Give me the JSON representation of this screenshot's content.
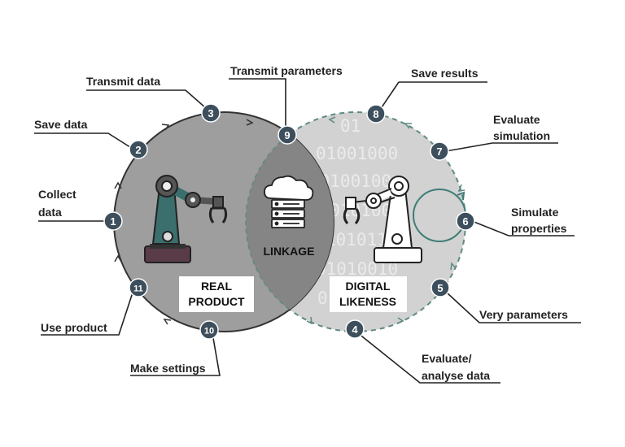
{
  "diagram": {
    "real_box": {
      "line1": "REAL",
      "line2": "PRODUCT"
    },
    "digital_box": {
      "line1": "DIGITAL",
      "line2": "LIKENESS"
    },
    "linkage": "LINKAGE",
    "binary_lines": [
      "01",
      "01001000",
      "10100100",
      "01010100",
      "10101100",
      "01010010",
      "010110"
    ],
    "colors": {
      "real_circle": "#9e9e9e",
      "digital_circle": "#d2d2d2",
      "overlap": "#858585",
      "badge": "#3d4f5c",
      "robot_teal": "#3a6f6e",
      "robot_dark": "#333333"
    },
    "steps": [
      {
        "num": "1",
        "label_lines": [
          "Collect",
          "data"
        ]
      },
      {
        "num": "2",
        "label_lines": [
          "Save data"
        ]
      },
      {
        "num": "3",
        "label_lines": [
          "Transmit data"
        ]
      },
      {
        "num": "4",
        "label_lines": [
          "Evaluate/",
          "analyse data"
        ]
      },
      {
        "num": "5",
        "label_lines": [
          "Very parameters"
        ]
      },
      {
        "num": "6",
        "label_lines": [
          "Simulate",
          "properties"
        ]
      },
      {
        "num": "7",
        "label_lines": [
          "Evaluate",
          "simulation"
        ]
      },
      {
        "num": "8",
        "label_lines": [
          "Save results"
        ]
      },
      {
        "num": "9",
        "label_lines": [
          "Transmit parameters"
        ]
      },
      {
        "num": "10",
        "label_lines": [
          "Make settings"
        ]
      },
      {
        "num": "11",
        "label_lines": [
          "Use product"
        ]
      }
    ]
  }
}
